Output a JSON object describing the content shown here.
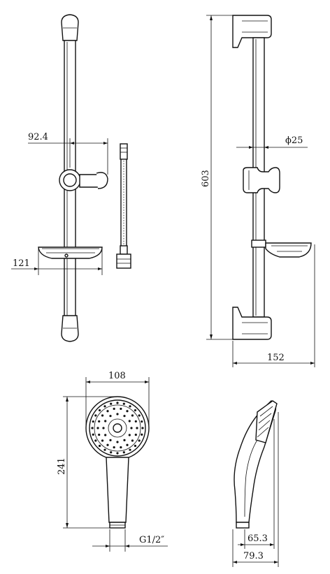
{
  "dimensions": {
    "bracket_offset": "92.4",
    "rail_diameter": "ϕ25",
    "rail_length": "603",
    "soap_dish_width": "121",
    "rail_depth": "152",
    "head_diameter": "108",
    "handset_length": "241",
    "thread": "G1/2″",
    "handset_depth_inner": "65.3",
    "handset_depth_outer": "79.3"
  },
  "colors": {
    "line": "#111111",
    "background": "#ffffff"
  }
}
